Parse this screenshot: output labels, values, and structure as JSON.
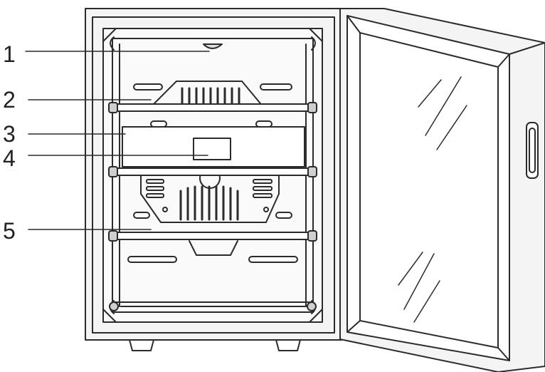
{
  "diagram": {
    "colors": {
      "stroke": "#2b2b2b",
      "body_fill": "#f4f4f4",
      "interior_fill": "#fafafa",
      "background": "#ffffff",
      "label_text": "#222222"
    },
    "callouts": [
      {
        "number": "1"
      },
      {
        "number": "2"
      },
      {
        "number": "3"
      },
      {
        "number": "4"
      },
      {
        "number": "5"
      }
    ]
  }
}
